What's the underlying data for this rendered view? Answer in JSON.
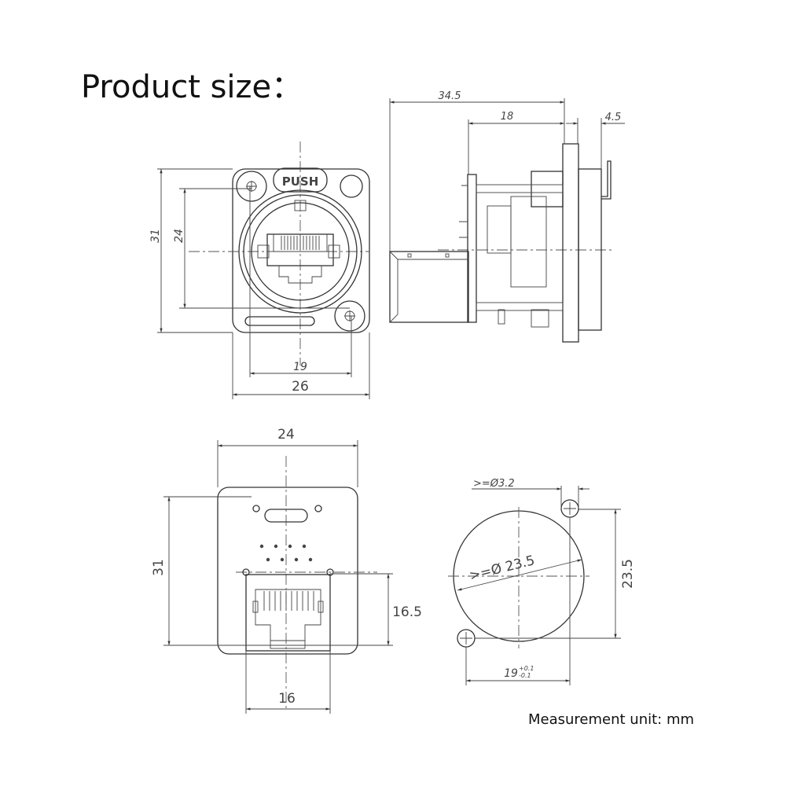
{
  "title": "Product size：",
  "unit_note": "Measurement unit: mm",
  "front_view": {
    "push_label": "PUSH",
    "height": "31",
    "hole_spacing_v": "24",
    "hole_spacing_h": "19",
    "width": "26"
  },
  "side_view": {
    "total_depth": "34.5",
    "rear_depth": "18",
    "front_depth": "4.5"
  },
  "rear_view": {
    "width": "24",
    "height": "31",
    "jack_height": "16.5",
    "jack_width": "16"
  },
  "panel_cutout": {
    "hole_dia": ">=Ø3.2",
    "cutout_dia": ">=Ø 23.5",
    "hole_spacing_v": "23.5",
    "hole_spacing_h": "19",
    "tol_plus": "+0.1",
    "tol_minus": "-0.1"
  }
}
